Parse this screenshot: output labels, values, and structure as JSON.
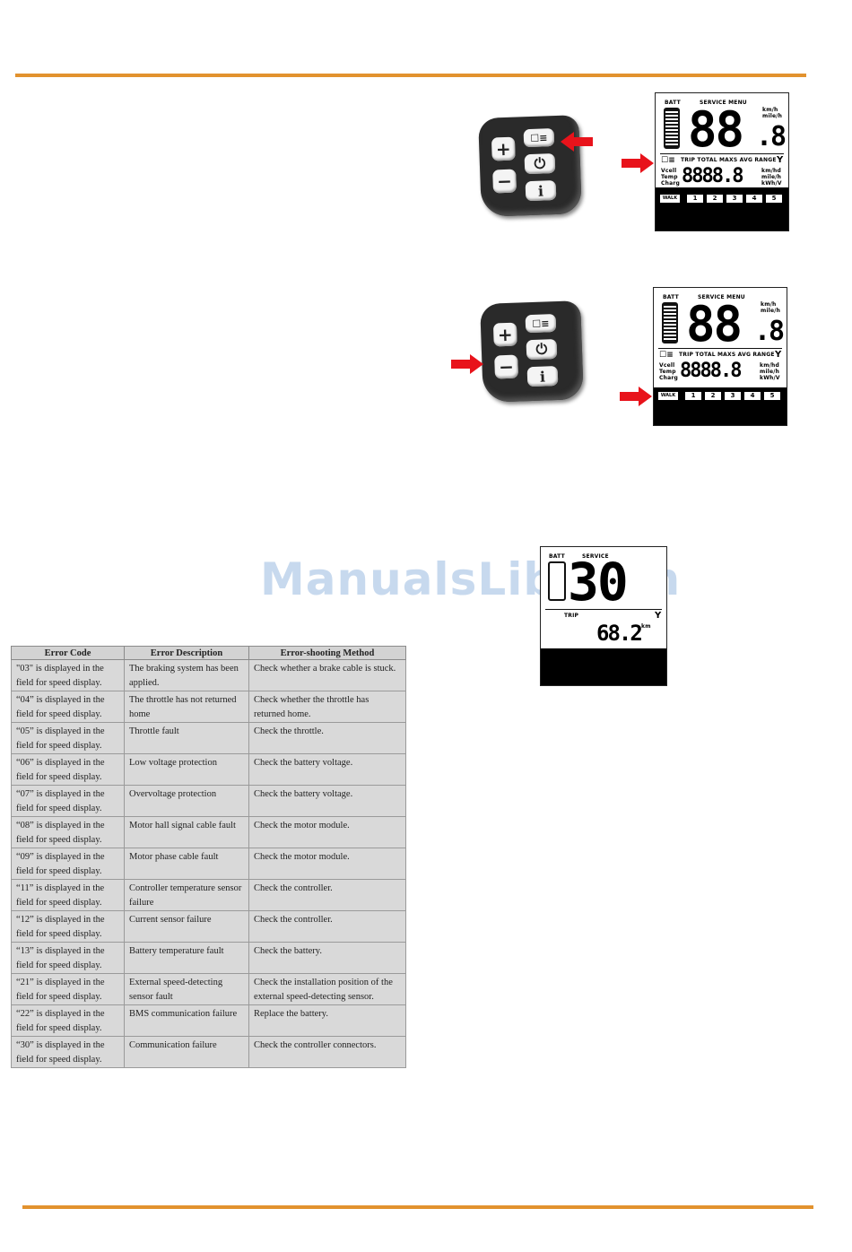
{
  "lcd": {
    "batt_label": "BATT",
    "service_menu": "SERVICE MENU",
    "speed_digits": "88",
    "speed_decimal": ".8",
    "speed_units": [
      "km/h",
      "mile/h"
    ],
    "modes_label": "TRIP TOTAL MAXS AVG RANGE",
    "left_labels": [
      "Vcell",
      "Temp",
      "Charg"
    ],
    "value_digits": "8888.8",
    "value_units": [
      "km/hd",
      "mile/h",
      "kWh/V"
    ],
    "walk": "WALK",
    "levels": [
      "1",
      "2",
      "3",
      "4",
      "5"
    ]
  },
  "lcd_error": {
    "batt_label": "BATT",
    "service": "SERVICE",
    "code": "30",
    "trip": "TRIP",
    "value": "68.2",
    "unit": "km"
  },
  "remote": {
    "plus": "+",
    "minus": "−",
    "light": "☐≡",
    "power": "⏻",
    "info": "i"
  },
  "watermark": "ManualsLib.com",
  "table": {
    "headers": [
      "Error Code",
      "Error Description",
      "Error-shooting Method"
    ],
    "rows": [
      [
        "\"03\" is displayed in the field for speed display.",
        "The braking system has been applied.",
        "Check whether a brake cable is stuck."
      ],
      [
        "“04” is displayed in the field for speed display.",
        "The throttle has not returned home",
        "Check whether the throttle has returned home."
      ],
      [
        "“05” is displayed in the field for speed display.",
        "Throttle fault",
        "Check the throttle."
      ],
      [
        "“06” is displayed in the field for speed display.",
        "Low voltage protection",
        "Check the battery voltage."
      ],
      [
        "“07” is displayed in the field for speed display.",
        "Overvoltage protection",
        "Check the battery voltage."
      ],
      [
        "“08” is displayed in the field for speed display.",
        "Motor hall signal cable fault",
        "Check the motor module."
      ],
      [
        "“09” is displayed in the field for speed display.",
        "Motor phase cable fault",
        "Check the motor module."
      ],
      [
        "“11” is displayed in the field for speed display.",
        "Controller temperature sensor failure",
        "Check the controller."
      ],
      [
        "“12” is displayed in the field for speed display.",
        "Current sensor failure",
        "Check the controller."
      ],
      [
        "“13” is displayed in the field for speed display.",
        "Battery temperature fault",
        "Check the battery."
      ],
      [
        "“21” is displayed in the field for speed display.",
        "External speed-detecting sensor fault",
        "Check the installation position of the external speed-detecting sensor."
      ],
      [
        "“22” is displayed in the field for speed display.",
        "BMS communication failure",
        "Replace the battery."
      ],
      [
        "“30” is displayed in the field for speed display.",
        "Communication failure",
        "Check the controller connectors."
      ]
    ]
  },
  "colors": {
    "rule": "#e2922e",
    "arrow": "#e8131b",
    "table_bg": "#d9d9d9"
  }
}
